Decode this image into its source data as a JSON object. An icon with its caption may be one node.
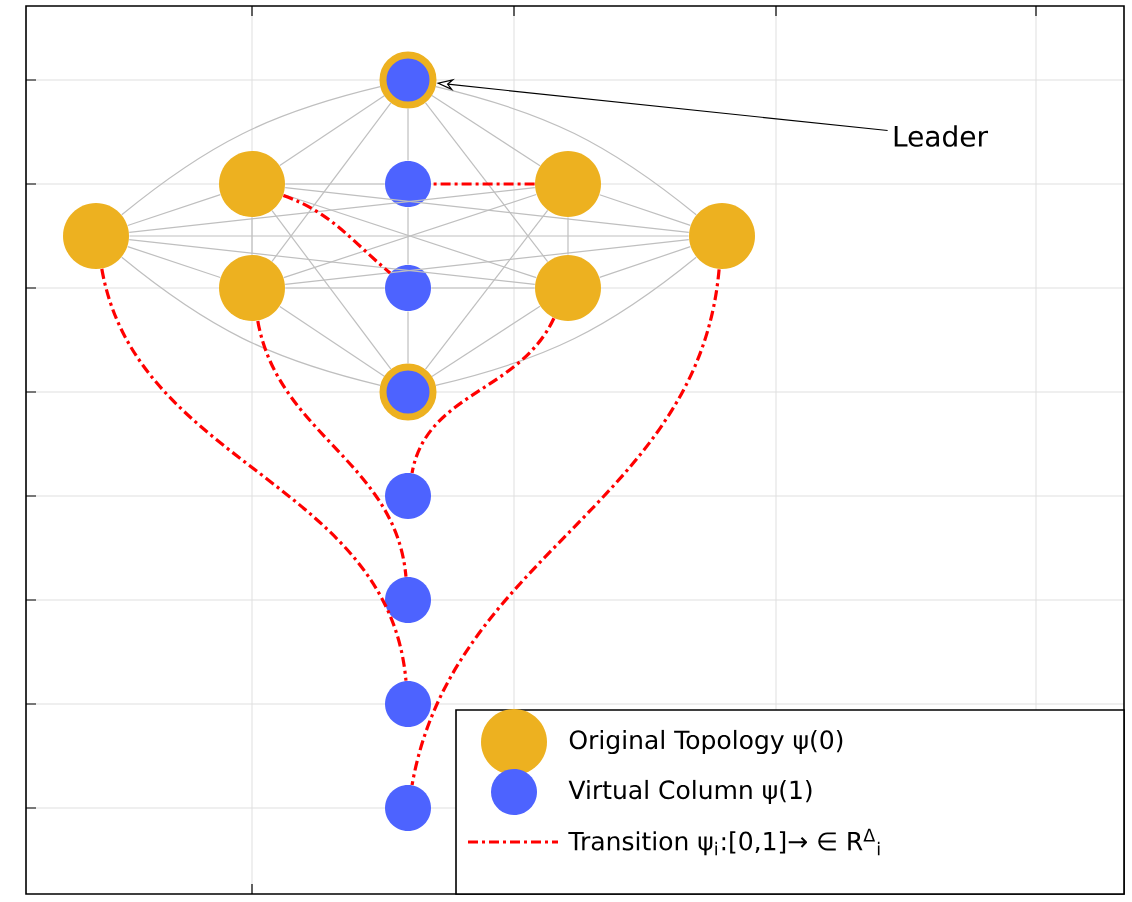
{
  "diagram": {
    "nodes": [
      {
        "text": [],
        "shape": "circle"
      },
      {
        "text": [
          "Leader"
        ]
      },
      {
        "text": [],
        "shape": "circle"
      },
      {
        "text": [],
        "shape": "circle"
      },
      {
        "text": [],
        "shape": "circle"
      },
      {
        "text": [],
        "shape": "circle"
      },
      {
        "text": [],
        "shape": "circle"
      },
      {
        "text": [],
        "shape": "circle"
      },
      {
        "text": [],
        "shape": "circle"
      },
      {
        "text": [],
        "shape": "circle"
      },
      {
        "text": [],
        "shape": "circle"
      },
      {
        "text": [],
        "shape": "circle"
      },
      {
        "text": [],
        "shape": "circle"
      },
      {
        "text": [],
        "shape": "circle"
      },
      {
        "text": [],
        "shape": "circle"
      }
    ],
    "edges": [
      {
        "from": 0,
        "to": 2,
        "arrow": "none"
      },
      {
        "from": 0,
        "to": 4,
        "arrow": "none"
      },
      {
        "from": 0,
        "to": 5,
        "arrow": "none"
      },
      {
        "from": 0,
        "to": 6,
        "arrow": "none"
      },
      {
        "from": 0,
        "to": 7,
        "arrow": "none"
      },
      {
        "from": 0,
        "to": 9,
        "arrow": "none"
      },
      {
        "from": 0,
        "to": 3,
        "arrow": "none"
      },
      {
        "from": 3,
        "to": 8,
        "arrow": "none"
      },
      {
        "from": 8,
        "to": 10,
        "arrow": "none"
      },
      {
        "from": 2,
        "to": 3,
        "arrow": "none"
      },
      {
        "from": 2,
        "to": 5,
        "arrow": "none"
      },
      {
        "from": 2,
        "to": 6,
        "arrow": "none"
      },
      {
        "from": 2,
        "to": 7,
        "arrow": "none"
      },
      {
        "from": 2,
        "to": 9,
        "arrow": "none"
      },
      {
        "from": 2,
        "to": 10,
        "arrow": "none"
      },
      {
        "from": 4,
        "to": 5,
        "arrow": "none"
      },
      {
        "from": 4,
        "to": 6,
        "arrow": "none"
      },
      {
        "from": 4,
        "to": 7,
        "arrow": "none"
      },
      {
        "from": 4,
        "to": 9,
        "arrow": "none"
      },
      {
        "from": 4,
        "to": 10,
        "arrow": "none"
      },
      {
        "from": 5,
        "to": 6,
        "arrow": "none"
      },
      {
        "from": 5,
        "to": 7,
        "arrow": "none"
      },
      {
        "from": 5,
        "to": 9,
        "arrow": "none"
      },
      {
        "from": 5,
        "to": 10,
        "arrow": "none"
      },
      {
        "from": 6,
        "to": 7,
        "arrow": "none"
      },
      {
        "from": 6,
        "to": 9,
        "arrow": "none"
      },
      {
        "from": 6,
        "to": 10,
        "arrow": "none"
      },
      {
        "from": 7,
        "to": 8,
        "arrow": "none"
      },
      {
        "from": 8,
        "to": 9,
        "arrow": "none"
      },
      {
        "from": 7,
        "to": 10,
        "arrow": "none"
      },
      {
        "from": 9,
        "to": 10,
        "arrow": "none"
      },
      {
        "from": 4,
        "to": 3,
        "arrow": "none",
        "style": "dashed",
        "color": "#ff0000"
      },
      {
        "from": 2,
        "to": 8,
        "arrow": "none",
        "style": "dashed",
        "color": "#ff0000"
      },
      {
        "from": 5,
        "to": 13,
        "arrow": "none",
        "style": "dashed",
        "color": "#ff0000"
      },
      {
        "from": 7,
        "to": 12,
        "arrow": "none",
        "style": "dashed",
        "color": "#ff0000"
      },
      {
        "from": 9,
        "to": 11,
        "arrow": "none",
        "style": "dashed",
        "color": "#ff0000"
      },
      {
        "from": 6,
        "to": 14,
        "arrow": "none",
        "style": "dashed",
        "color": "#ff0000"
      },
      {
        "from": 1,
        "to": 0,
        "arrow": "to",
        "color": "#000000"
      }
    ],
    "legend": [
      {
        "text": "Original Topology ψ(0)",
        "color": "#edb120"
      },
      {
        "text": "Virtual Column ψ(1)",
        "color": "#4d63ff"
      },
      {
        "text": "Transition ψ$_{i}$:[0,1]→ ∈ R$^{Δ}$$_{i}$"
      }
    ]
  }
}
